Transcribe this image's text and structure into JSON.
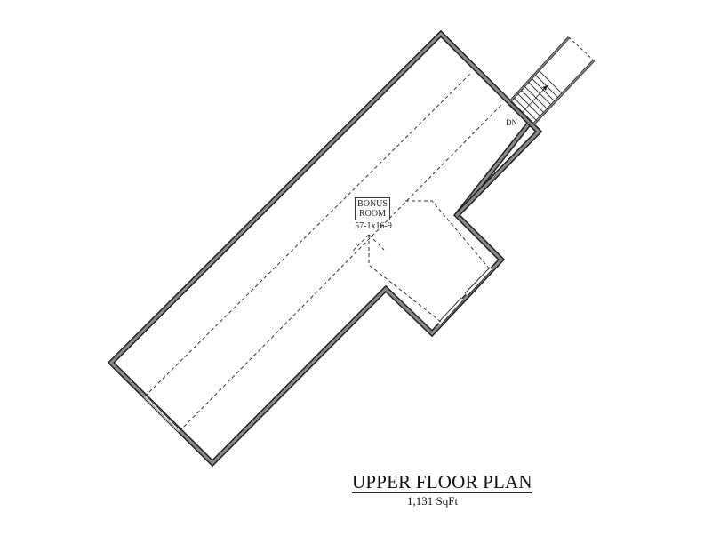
{
  "drawing": {
    "title": "UPPER FLOOR PLAN",
    "area": "1,131 SqFt",
    "rooms": [
      {
        "name_line1": "BONUS",
        "name_line2": "ROOM",
        "dimensions": "57-1x16-9"
      }
    ],
    "stairs": {
      "direction_label": "DN"
    }
  },
  "colors": {
    "wall_outer": "#222222",
    "wall_fill": "#8a8a8a",
    "dashed_lines": "#333333",
    "background": "#ffffff"
  }
}
